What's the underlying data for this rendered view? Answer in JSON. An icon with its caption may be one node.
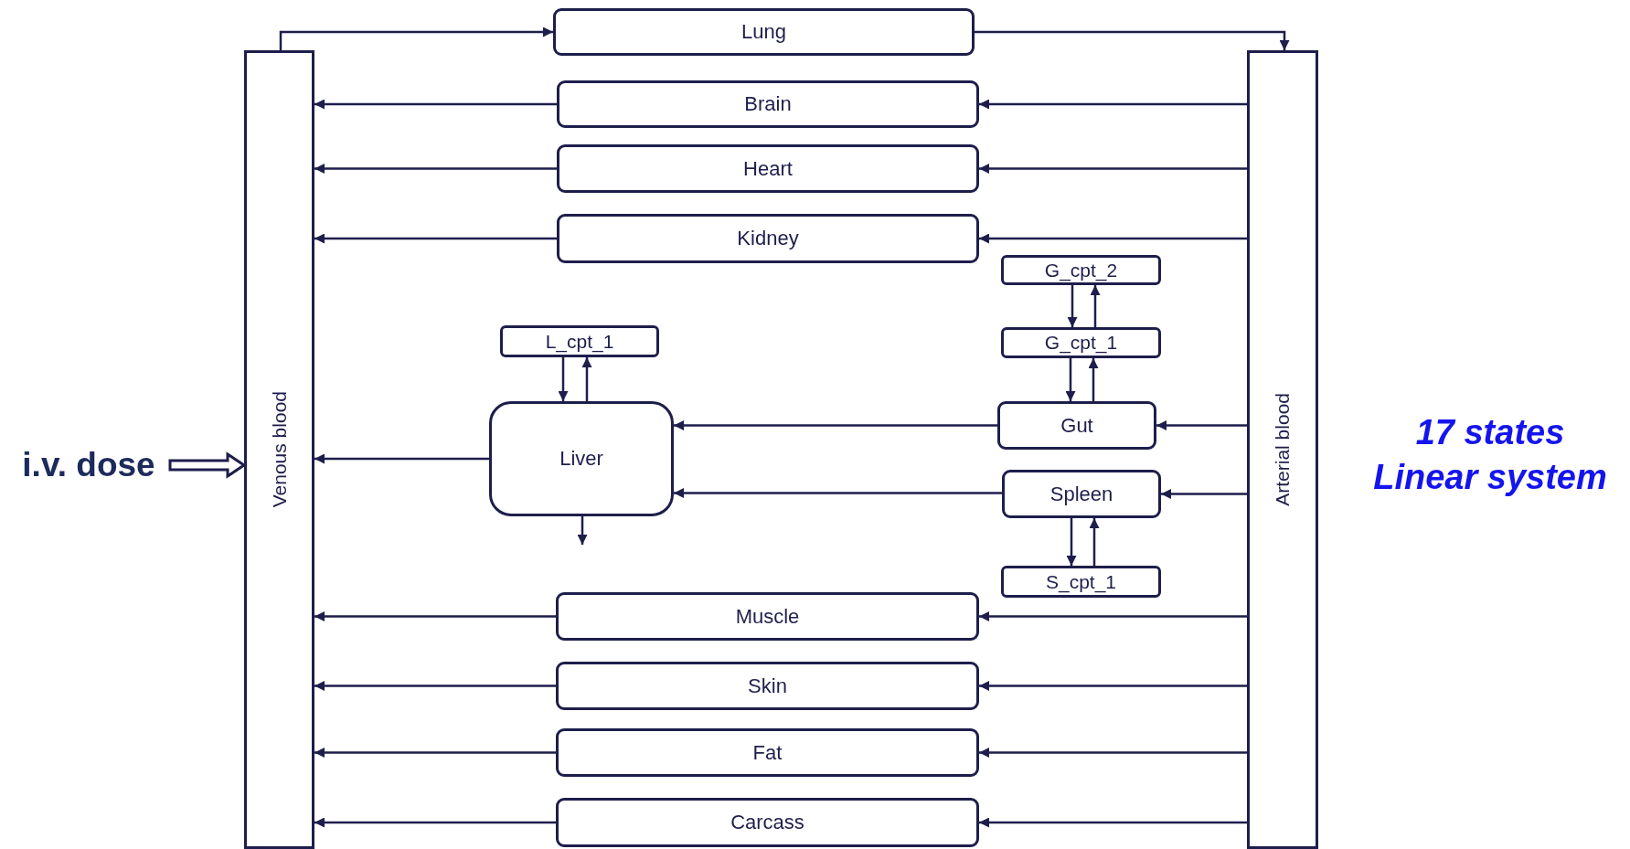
{
  "diagram": {
    "nodes": [
      {
        "text": [
          "Venous blood"
        ]
      },
      {
        "text": [
          "Arterial blood"
        ]
      },
      {
        "text": [
          "Lung"
        ]
      },
      {
        "text": [
          "Brain"
        ]
      },
      {
        "text": [
          "Heart"
        ]
      },
      {
        "text": [
          "Kidney"
        ]
      },
      {
        "text": [
          "G_cpt_2"
        ]
      },
      {
        "text": [
          "L_cpt_1"
        ]
      },
      {
        "text": [
          "G_cpt_1"
        ]
      },
      {
        "text": [
          "Liver"
        ]
      },
      {
        "text": [
          "Gut"
        ]
      },
      {
        "text": [
          "Spleen"
        ]
      },
      {
        "text": [
          "S_cpt_1"
        ]
      },
      {
        "text": [
          "Muscle"
        ]
      },
      {
        "text": [
          "Skin"
        ]
      },
      {
        "text": [
          "Fat"
        ]
      },
      {
        "text": [
          "Carcass"
        ]
      },
      {
        "text": [
          "i.v. dose"
        ]
      }
    ],
    "edges": [
      {
        "from": 0,
        "to": 2,
        "arrow": "to"
      },
      {
        "from": 2,
        "to": 1,
        "arrow": "to"
      },
      {
        "from": 1,
        "to": 3,
        "arrow": "to"
      },
      {
        "from": 3,
        "to": 0,
        "arrow": "to"
      },
      {
        "from": 1,
        "to": 4,
        "arrow": "to"
      },
      {
        "from": 4,
        "to": 0,
        "arrow": "to"
      },
      {
        "from": 1,
        "to": 5,
        "arrow": "to"
      },
      {
        "from": 5,
        "to": 0,
        "arrow": "to"
      },
      {
        "from": 6,
        "to": 8,
        "arrow": "to"
      },
      {
        "from": 8,
        "to": 6,
        "arrow": "to"
      },
      {
        "from": 7,
        "to": 9,
        "arrow": "to"
      },
      {
        "from": 9,
        "to": 7,
        "arrow": "to"
      },
      {
        "from": 8,
        "to": 10,
        "arrow": "to"
      },
      {
        "from": 10,
        "to": 8,
        "arrow": "to"
      },
      {
        "from": 1,
        "to": 10,
        "arrow": "to"
      },
      {
        "from": 10,
        "to": 9,
        "arrow": "to"
      },
      {
        "from": 1,
        "to": 11,
        "arrow": "to"
      },
      {
        "from": 11,
        "to": 9,
        "arrow": "to"
      },
      {
        "from": 9,
        "to": 0,
        "arrow": "to"
      },
      {
        "from": 11,
        "to": 12,
        "arrow": "to"
      },
      {
        "from": 12,
        "to": 11,
        "arrow": "to"
      },
      {
        "from": 9,
        "to": null,
        "arrow": "to"
      },
      {
        "from": 1,
        "to": 13,
        "arrow": "to"
      },
      {
        "from": 13,
        "to": 0,
        "arrow": "to"
      },
      {
        "from": 1,
        "to": 14,
        "arrow": "to"
      },
      {
        "from": 14,
        "to": 0,
        "arrow": "to"
      },
      {
        "from": 1,
        "to": 15,
        "arrow": "to"
      },
      {
        "from": 15,
        "to": 0,
        "arrow": "to"
      },
      {
        "from": 1,
        "to": 16,
        "arrow": "to"
      },
      {
        "from": 16,
        "to": 0,
        "arrow": "to"
      },
      {
        "from": 17,
        "to": 0,
        "arrow": "to",
        "style": "thick"
      }
    ],
    "labels": [
      "17 states",
      "Linear system"
    ]
  }
}
